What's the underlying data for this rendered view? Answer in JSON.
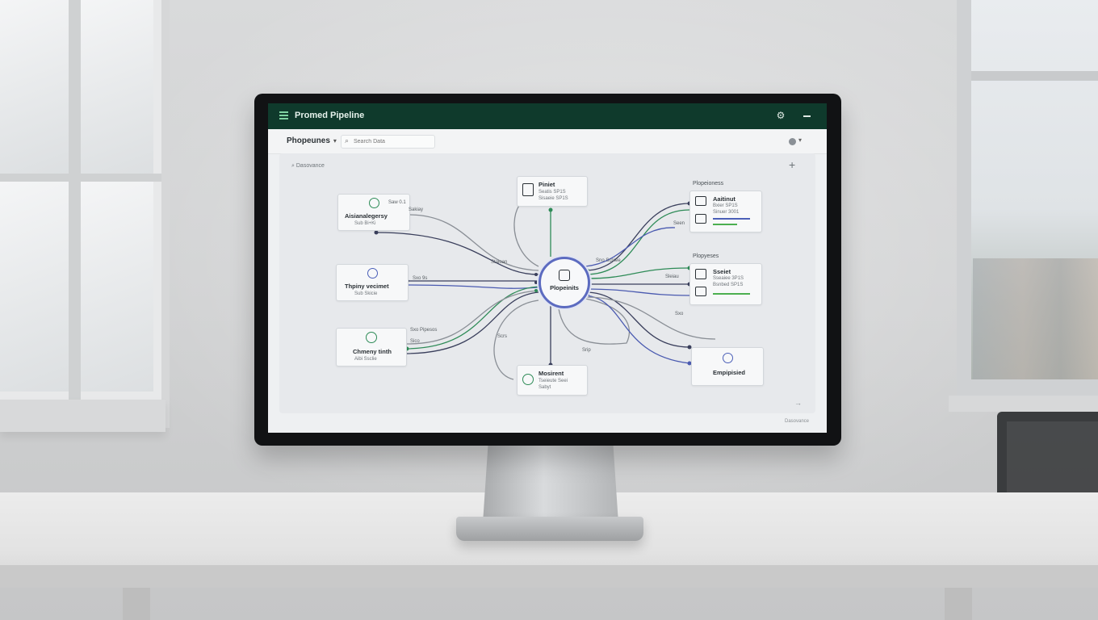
{
  "app": {
    "title": "Promed Pipeline",
    "dropdown_label": "Phopeunes",
    "search_placeholder": "Search Data",
    "canvas_tool_label": "Dasovance",
    "footer_text": "Dasovance"
  },
  "hub": {
    "label": "Plopeinits"
  },
  "nodes": {
    "left_top": {
      "title": "Aisianalegersy",
      "sub": "Sub Bi+Ki"
    },
    "left_mid": {
      "title": "Thpiny vecimet",
      "sub": "Sub Skicie"
    },
    "left_bottom": {
      "title": "Chmeny tinth",
      "sub": "Aibi Ssclie"
    },
    "top": {
      "title": "Piniet",
      "sub1": "Seatis SP1S",
      "sub2": "Sisaeie SP1S"
    },
    "bottom": {
      "title": "Mosirent",
      "sub1": "Tseieute Seei",
      "sub2": "Sabyt"
    },
    "right_top": {
      "title": "Aaitinut",
      "sub1": "Bxier SP1S",
      "sub2": "Sinuer 3001"
    },
    "right_mid": {
      "title": "Sseiet",
      "sub1": "Sseaiee 3P1S",
      "sub2": "Bsnbed SP1S"
    },
    "right_bottom": {
      "title": "Empipisied"
    }
  },
  "section_labels": {
    "right_top": "Plopeioness",
    "right_mid": "Plopyeses"
  },
  "wire_labels": {
    "l1": "Saw 0.1",
    "l2": "Sakiay",
    "l3": "Sxo 9s",
    "l4": "Sxo Pipesos",
    "l5": "Sico",
    "l6": "Staioan",
    "l7": "Scrs",
    "l8": "Srip",
    "r1": "Sno Scpiee",
    "r2": "Seen",
    "r3": "Sxo",
    "r4": "Sleiau"
  },
  "colors": {
    "titlebar": "#0f3a2c",
    "accent_green": "#2e8b57",
    "accent_blue": "#5c6bc0",
    "wire_dark": "#3a3f5c"
  },
  "icons": {
    "menu": "menu-icon",
    "settings": "gear-icon",
    "minimize": "minimize-icon",
    "search": "search-icon",
    "add": "plus-icon"
  }
}
